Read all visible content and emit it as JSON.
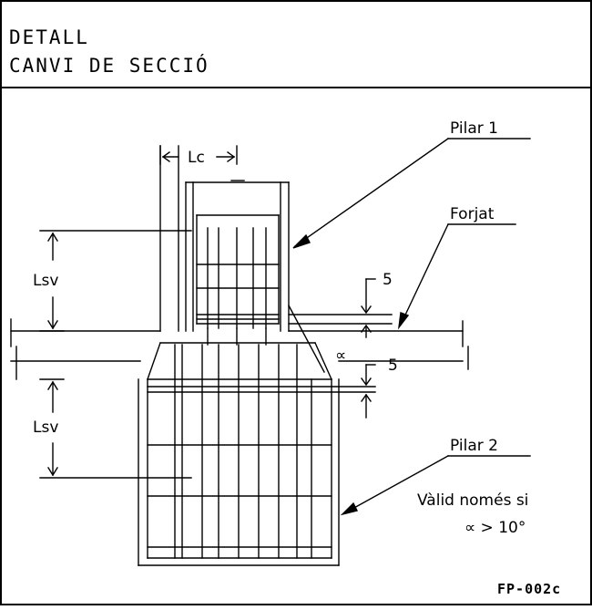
{
  "header": {
    "line1": "DETALL",
    "line2": "CANVI DE SECCIÓ"
  },
  "labels": {
    "pilar1": "Pilar 1",
    "forjat": "Forjat",
    "pilar2": "Pilar 2",
    "lc": "Lc",
    "lsv_upper": "Lsv",
    "lsv_lower": "Lsv",
    "dim_upper": "5",
    "dim_lower": "5",
    "alpha": "∝",
    "note_line1": "Vàlid només si",
    "note_line2": "∝ > 10°",
    "code": "FP-002c"
  }
}
